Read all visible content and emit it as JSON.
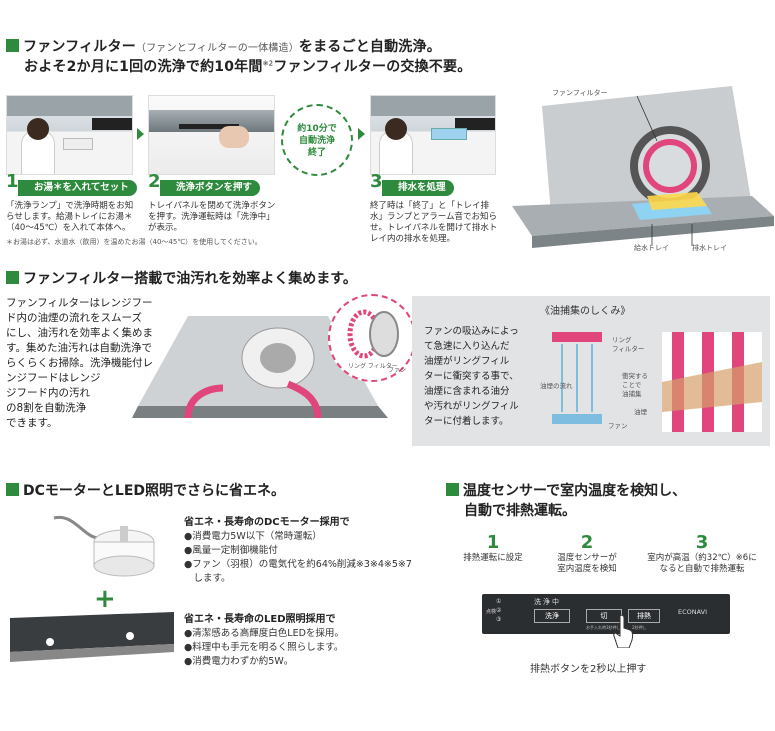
{
  "section1": {
    "title_line1": "ファンフィルター",
    "title_small": "（ファンとフィルターの一体構造）",
    "title_line1b": "をまるごと自動洗浄。",
    "title_line2": "およそ2か月に1回の洗浄で約10年間",
    "title_sup": "※2",
    "title_line2b": "ファンフィルターの交換不要。",
    "circle_text": [
      "約10分で",
      "自動洗浄",
      "終了"
    ],
    "steps": [
      {
        "num": "1",
        "label": "お湯＊を入れてセット",
        "desc": "「洗浄ランプ」で洗浄時期をお知らせします。給湯トレイにお湯＊（40～45℃）を入れて本体へ。"
      },
      {
        "num": "2",
        "label": "洗浄ボタンを押す",
        "desc": "トレイパネルを閉めて洗浄ボタンを押す。洗浄運転時は「洗浄中」が表示。"
      },
      {
        "num": "3",
        "label": "排水を処理",
        "desc": "終了時は「終了」と「トレイ排水」ランプとアラーム音でお知らせ。トレイパネルを開けて排水トレイ内の排水を処理。"
      }
    ],
    "note": "＊お湯は必ず、水道水（飲用）を温めたお湯（40～45℃）を使用してください。",
    "diagram_labels": {
      "fan_filter": "ファンフィルター",
      "supply_tray": "給水トレイ",
      "drain_tray": "排水トレイ"
    }
  },
  "section2": {
    "title": "ファンフィルター搭載で油汚れを効率よく集めます。",
    "body": [
      "ファンフィルターはレンジフー",
      "ド内の油煙の流れをスムーズ",
      "にし、油汚れを効率よく集めま",
      "す。集めた油汚れは自動洗浄で",
      "らくらくお掃除。洗浄機能付レ",
      "ンジフードはレンジ",
      "ジフード内の汚れ",
      "の8割を自動洗浄",
      "できます。"
    ],
    "callout_labels": {
      "ring_filter": "リング\nフィルター",
      "fan": "ファン"
    },
    "mechanism_title": "《油捕集のしくみ》",
    "mechanism_text": [
      "ファンの吸込みによっ",
      "て急速に入り込んだ",
      "油煙がリングフィル",
      "ターに衝突する事で、",
      "油煙に含まれる油分",
      "や汚れがリングフィル",
      "ターに付着します。"
    ],
    "mech_labels": {
      "ring_filter": "リング\nフィルター",
      "smoke_flow": "油煙の流れ",
      "collide": "衝突する\nことで\n油捕集",
      "oil_smoke": "油煙",
      "fan": "ファン"
    }
  },
  "section3": {
    "title": "DCモーターとLED照明でさらに省エネ。",
    "motor_title": "省エネ・長寿命のDCモーター採用で",
    "motor_bullets": [
      "●消費電力5W以下（常時運転）",
      "●風量一定制御機能付",
      "●ファン（羽根）の電気代を約64%削減※3※4※5※7",
      "　します。"
    ],
    "led_title": "省エネ・長寿命のLED照明採用で",
    "led_bullets": [
      "●清潔感ある高輝度白色LEDを採用。",
      "●料理中も手元を明るく照らします。",
      "●消費電力わずか約5W。"
    ]
  },
  "section4": {
    "title_line1": "温度センサーで室内温度を検知し、",
    "title_line2": "自動で排熱運転。",
    "steps": [
      {
        "num": "1",
        "text": "排熱運転に設定"
      },
      {
        "num": "2",
        "text": "温度センサーが\n室内温度を検知"
      },
      {
        "num": "3",
        "text": "室内が高温（約32℃）※6に\nなると自動で排熱運転"
      }
    ],
    "panel": {
      "indicator_label": "洗浄中",
      "row_nums": [
        "①",
        "②",
        "③"
      ],
      "side_label": "点検",
      "btn_wash": "洗浄",
      "btn_off": "切",
      "btn_off_sub": "お手入れ時3秒押し",
      "btn_heat": "排熱",
      "btn_heat_sub": "2秒押し",
      "brand": "ECONAVI"
    },
    "caption": "排熱ボタンを2秒以上押す"
  },
  "colors": {
    "accent": "#2e8b3e",
    "pink": "#e0457b",
    "gray": "#d8d8d8"
  }
}
